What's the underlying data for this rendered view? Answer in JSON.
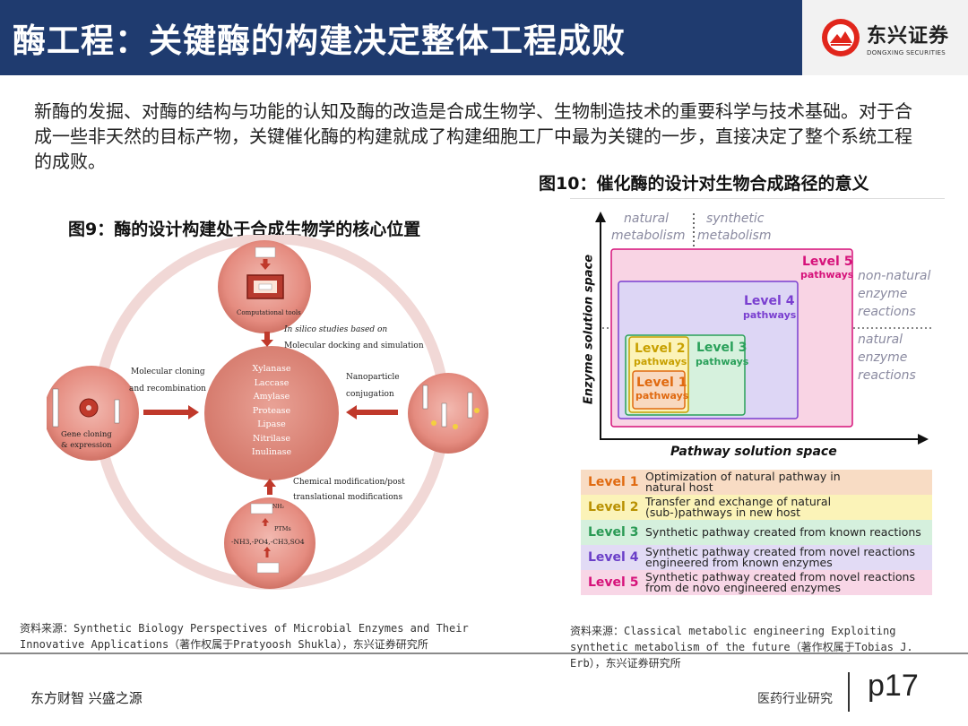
{
  "header": {
    "title": "酶工程：关键酶的构建决定整体工程成败",
    "logo_cn": "东兴证券",
    "logo_en": "DONGXING SECURITIES",
    "brand_color": "#1f3b6f",
    "logo_color": "#e1261c"
  },
  "intro": {
    "text": "新酶的发掘、对酶的结构与功能的认知及酶的改造是合成生物学、生物制造技术的重要科学与技术基础。对于合成一些非天然的目标产物，关键催化酶的构建就成了构建细胞工厂中最为关键的一步，直接决定了整个系统工程的成败。"
  },
  "fig9": {
    "title": "图9：酶的设计构建处于合成生物学的核心位置",
    "computational_tools": "Computational tools",
    "in_silico_1": "In silico studies based on",
    "in_silico_2": "Molecular docking and simulation",
    "cloning_1": "Molecular cloning",
    "cloning_2": "and recombination",
    "gene_1": "Gene cloning",
    "gene_2": "& expression",
    "nano_1": "Nanoparticle",
    "nano_2": "conjugation",
    "chem_1": "Chemical modification/post",
    "chem_2": "translational modifications",
    "ptms": "PTMs",
    "groups": "-NH3,-PO4,-CH3,SO4",
    "nh": "NH₂",
    "enzymes": [
      "Xylanase",
      "Laccase",
      "Amylase",
      "Protease",
      "Lipase",
      "Nitrilase",
      "Inulinase"
    ],
    "source": "资料来源：Synthetic Biology Perspectives of Microbial Enzymes and Their Innovative Applications（著作权属于Pratyoosh Shukla），东兴证券研究所"
  },
  "fig10": {
    "title": "图10：催化酶的设计对生物合成路径的意义",
    "natural_metabolism": [
      "natural",
      "metabolism"
    ],
    "synthetic_metabolism": [
      "synthetic",
      "metabolism"
    ],
    "y_axis": "Enzyme solution space",
    "x_axis": "Pathway solution space",
    "non_natural": [
      "non-natural",
      "enzyme",
      "reactions"
    ],
    "natural_reactions": [
      "natural",
      "enzyme",
      "reactions"
    ],
    "boxes": [
      {
        "level": "Level 5",
        "sub": "pathways",
        "color": "#d6127a"
      },
      {
        "level": "Level 4",
        "sub": "pathways",
        "color": "#7a3fd0"
      },
      {
        "level": "Level 3",
        "sub": "pathways",
        "color": "#2aa05a"
      },
      {
        "level": "Level 2",
        "sub": "pathways",
        "color": "#c8a000"
      },
      {
        "level": "Level 1",
        "sub": "pathways",
        "color": "#e06a10"
      }
    ],
    "legend": [
      {
        "level": "Level 1",
        "desc": [
          "Optimization of natural pathway in",
          "natural host"
        ],
        "color": "#e06a10",
        "bg": "#f8dcc4"
      },
      {
        "level": "Level 2",
        "desc": [
          "Transfer and exchange of natural",
          "(sub-)pathways in new host"
        ],
        "color": "#b89000",
        "bg": "#fbf3b8"
      },
      {
        "level": "Level 3",
        "desc": [
          "Synthetic pathway created from known reactions"
        ],
        "color": "#2a9a55",
        "bg": "#d5f0dd"
      },
      {
        "level": "Level 4",
        "desc": [
          "Synthetic pathway created from novel reactions",
          "engineered from known enzymes"
        ],
        "color": "#6a3fc8",
        "bg": "#e2dbf5"
      },
      {
        "level": "Level 5",
        "desc": [
          "Synthetic pathway created from novel reactions",
          "from de novo engineered enzymes"
        ],
        "color": "#d6127a",
        "bg": "#f8d6e6"
      }
    ],
    "source": "资料来源：Classical metabolic engineering Exploiting synthetic metabolism of the future（著作权属于Tobias J. Erb），东兴证券研究所"
  },
  "footer": {
    "left": "东方财智 兴盛之源",
    "right": "医药行业研究",
    "page": "p17"
  }
}
